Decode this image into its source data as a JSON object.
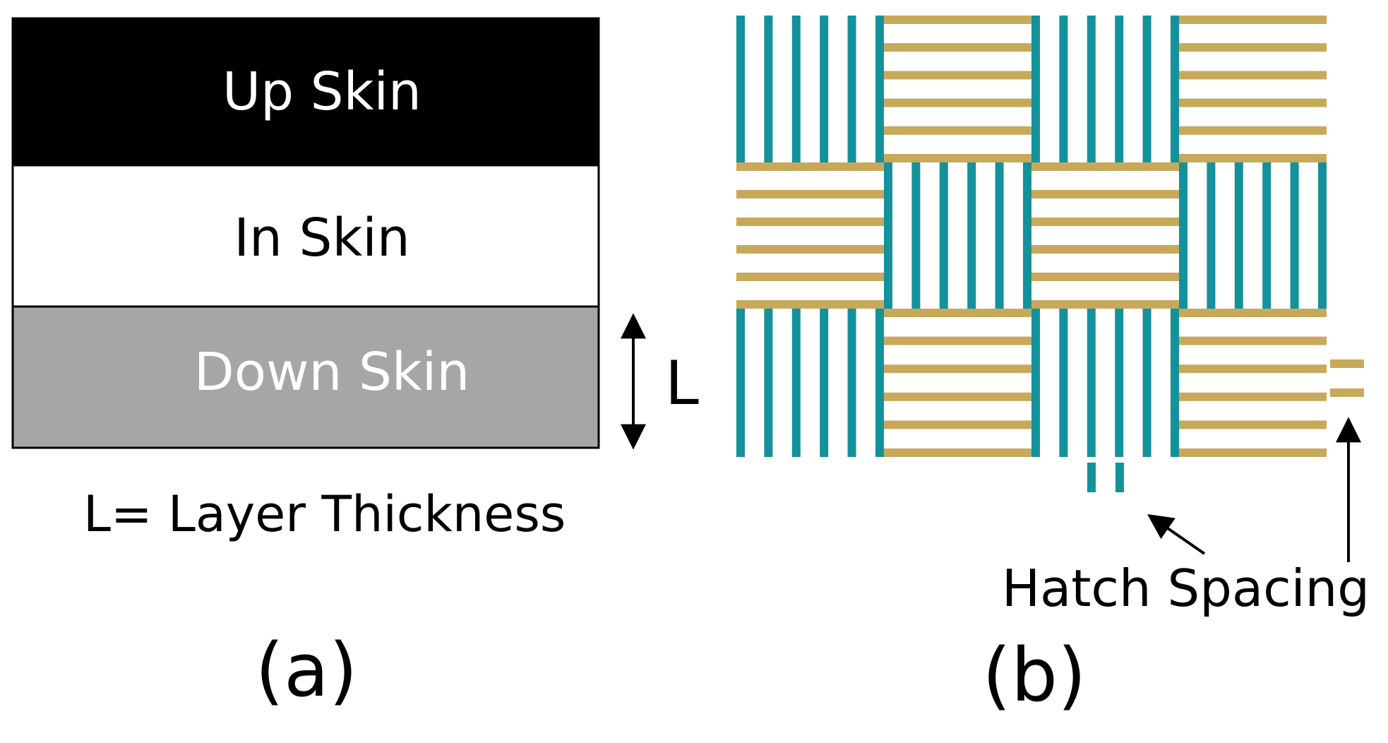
{
  "panel_a": {
    "layers": [
      {
        "label": "Up Skin",
        "fill": "#000000",
        "text_color": "#ffffff"
      },
      {
        "label": "In Skin",
        "fill": "#ffffff",
        "text_color": "#000000"
      },
      {
        "label": "Down Skin",
        "fill": "#a6a6a6",
        "text_color": "#ffffff"
      }
    ],
    "dimension_symbol": "L",
    "legend_text": "L= Layer Thickness",
    "caption": "(a)"
  },
  "panel_b": {
    "pattern": [
      [
        "vertical",
        "horizontal",
        "vertical",
        "horizontal"
      ],
      [
        "horizontal",
        "vertical",
        "horizontal",
        "vertical"
      ],
      [
        "vertical",
        "horizontal",
        "vertical",
        "horizontal"
      ]
    ],
    "vertical_color": "#13929b",
    "horizontal_color": "#c8a95a",
    "annotation": "Hatch Spacing",
    "caption": "(b)"
  }
}
